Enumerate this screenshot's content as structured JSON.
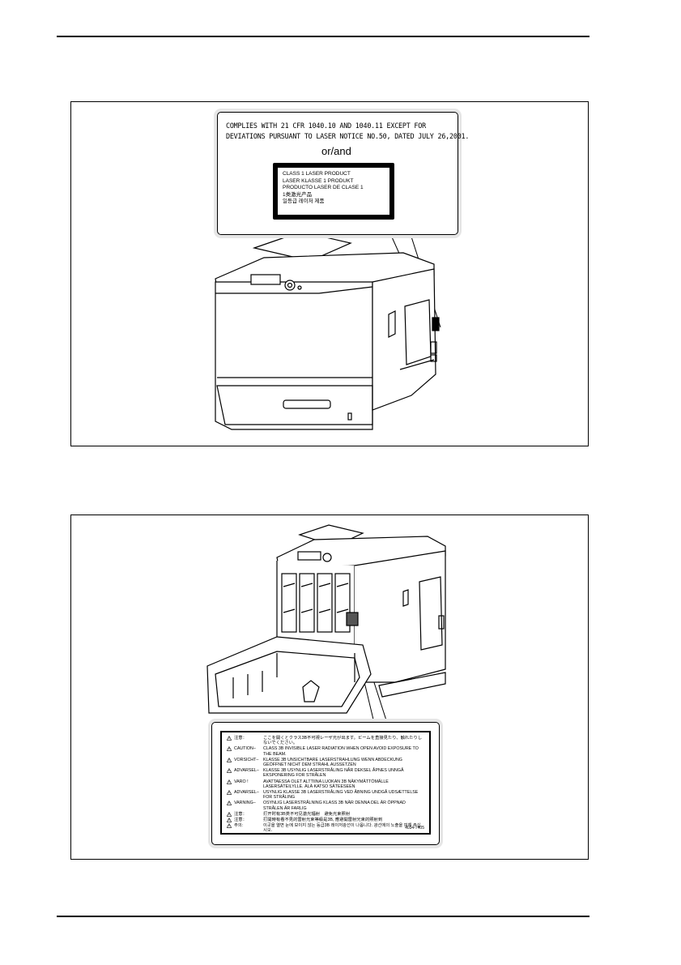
{
  "figure1": {
    "compliance_line1": "COMPLIES WITH 21 CFR 1040.10 AND 1040.11 EXCEPT FOR",
    "compliance_line2": "DEVIATIONS PURSUANT TO LASER NOTICE NO.50, DATED JULY 26,2001.",
    "or_and": "or/and",
    "class_label": [
      "CLASS 1 LASER PRODUCT",
      "LASER KLASSE 1 PRODUKT",
      "PRODUCTO LASER DE CLASE 1",
      "1类激光产品",
      "일등급 레이저 제품"
    ]
  },
  "figure2": {
    "warnings": [
      {
        "key": "注意：",
        "text": "ここを開くとクラス3B不可視レーザ光が出ます。ビームを直接見たり、触れたりしないでください。"
      },
      {
        "key": "CAUTION–",
        "text": "CLASS 3B INVISIBLE LASER RADIATION WHEN OPEN AVOID EXPOSURE TO THE BEAM."
      },
      {
        "key": "VORSICHT–",
        "text": "KLASSE 3B UNSICHTBARE LASERSTRAHLUNG WENN ABDECKUNG GEÖFFNET NICHT DEM STRAHL AUSSETZEN"
      },
      {
        "key": "ADVARSEL–",
        "text": "KLASSE 3B USYNLIG LASERSTRÅLING NÅR DEKSEL ÅPNES UNNGÅ EKSPONERING FOR STRÅLEN"
      },
      {
        "key": "VARO !",
        "text": "AVATTAESSA OLET ALTTIINA LUOKAN 3B NÄKYMÄTTÖMÄLLE LASERSÄTEILYLLE. ÄLÄ KATSO SÄTEESEEN"
      },
      {
        "key": "ADVARSEL–",
        "text": "USYNLIG KLASSE 3B LASERSTRÅLING VED ÅBNING UNDGÅ UDSÆTTELSE FOR STRÅLING"
      },
      {
        "key": "VARNING–",
        "text": "OSYNLIG LASERSTRÅLNING KLASS 3B NÄR DENNA DEL ÄR ÖPPNAD STRÅLEN ÄR FARLIG"
      },
      {
        "key": "注意：",
        "text": "打开时有3B类不可见激光辐射　避免光束照射"
      },
      {
        "key": "注意：",
        "text": "打開時有看不見的雷射光束等級是3B, 應避開雷射光束的照射到"
      },
      {
        "key": "주의:",
        "text": "이곳을 열면 눈에 보이지 않는 등급3B 레이저광선이 나옵니다. 광선에의 노출을 피해 주십시오."
      }
    ],
    "code": "4034-7405"
  }
}
